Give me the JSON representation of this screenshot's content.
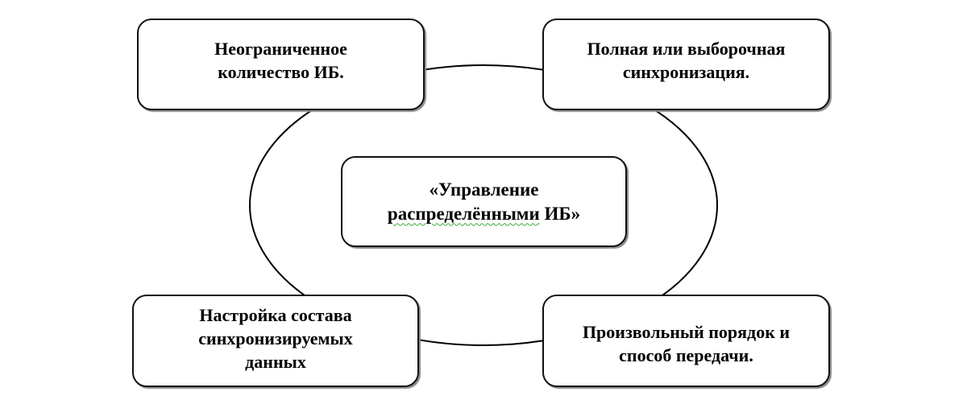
{
  "diagram": {
    "type": "cycle",
    "ring_color": "#000000",
    "center": {
      "lines": [
        "«Управление",
        "распределёнными ИБ»"
      ]
    },
    "nodes": [
      {
        "id": "top-left",
        "lines": [
          "Неограниченное",
          "количество ИБ."
        ]
      },
      {
        "id": "top-right",
        "lines": [
          "Полная или выборочная",
          "синхронизация."
        ]
      },
      {
        "id": "bottom-right",
        "lines": [
          "Произвольный порядок и",
          "способ передачи."
        ]
      },
      {
        "id": "bottom-left",
        "lines": [
          "Настройка состава",
          "синхронизируемых",
          "данных"
        ]
      }
    ]
  }
}
